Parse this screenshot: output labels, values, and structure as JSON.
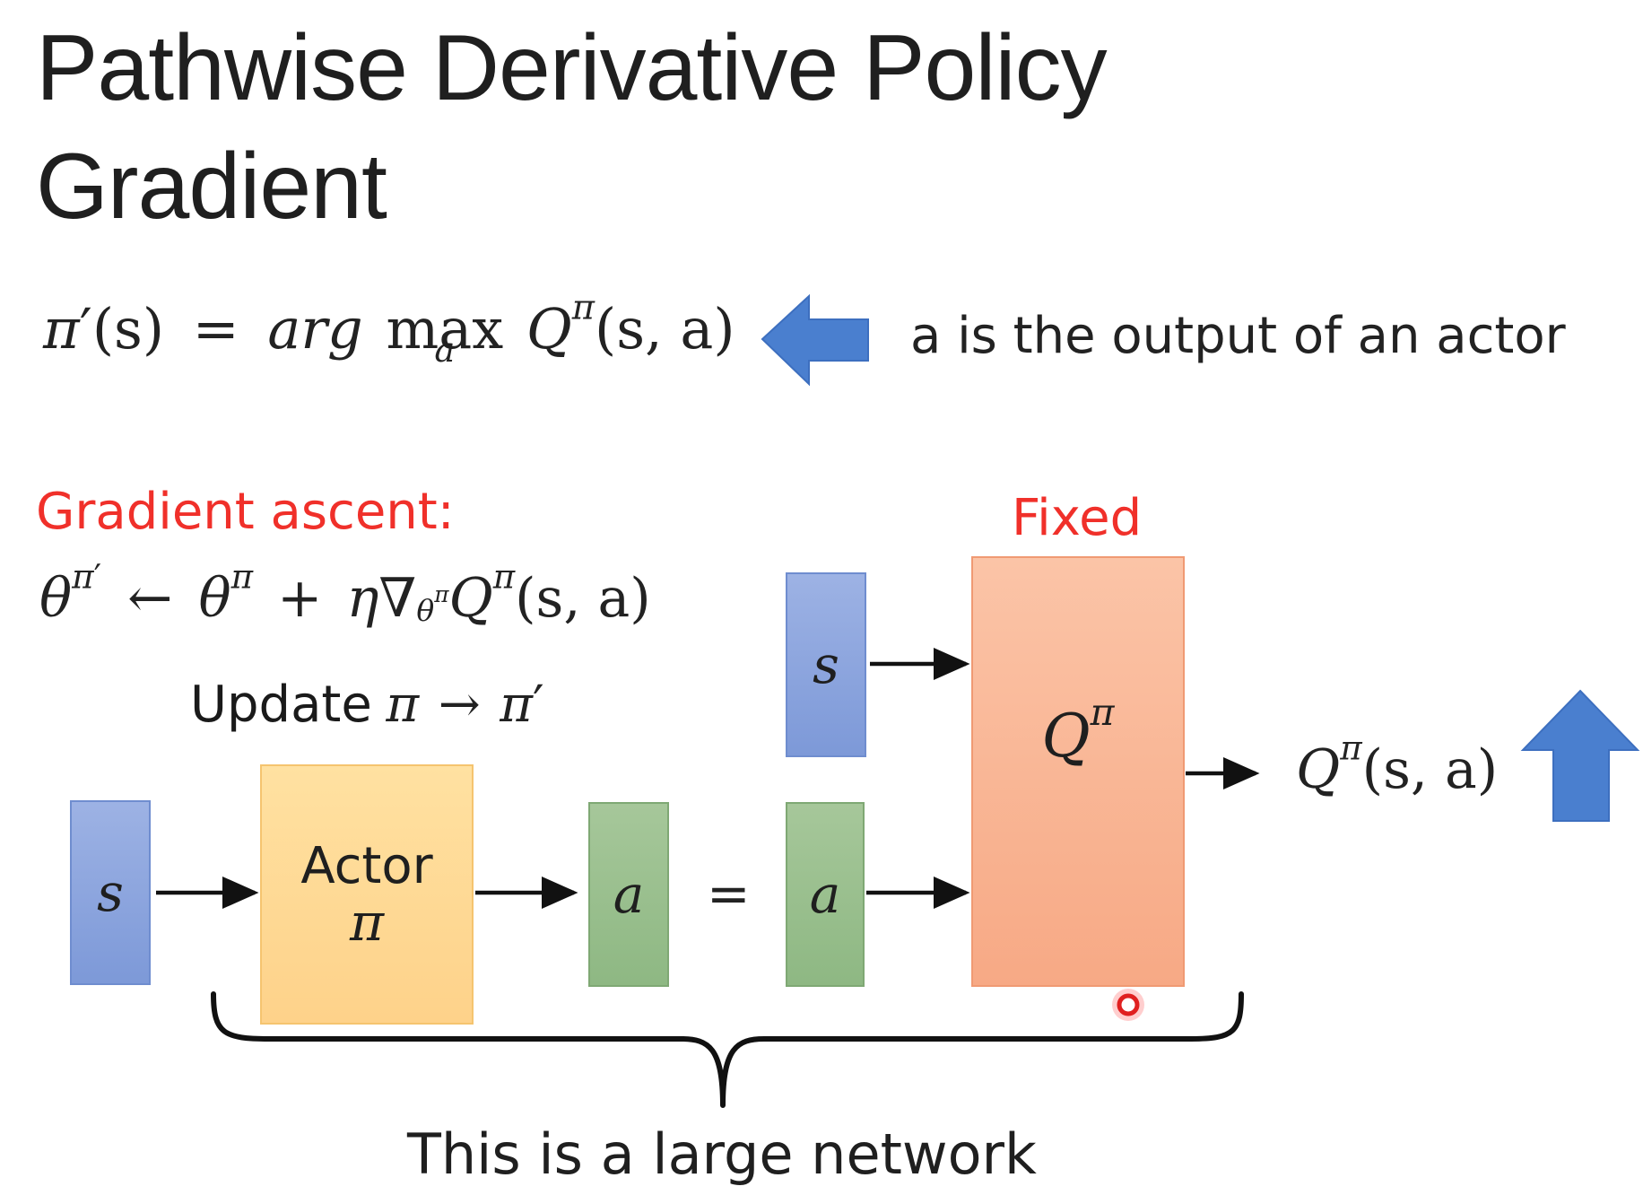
{
  "title": {
    "line1": "Pathwise Derivative Policy",
    "line2": "Gradient"
  },
  "formula_top": {
    "lhs_pi": "π",
    "lhs_prime": "′",
    "lhs_args": "(s)",
    "eq": "=",
    "arg": "arg",
    "max": "max",
    "max_sub": "a",
    "Q": "Q",
    "Q_sup": "π",
    "Q_args": "(s, a)"
  },
  "annotation": "a is the output of an actor",
  "gradient": {
    "label": "Gradient ascent:",
    "theta": "θ",
    "sup_pi": "π",
    "prime": "′",
    "arrow": "←",
    "plus": "+",
    "eta_nabla": "η∇",
    "sub_theta": "θ",
    "sub_pi": "π",
    "Q": "Q",
    "Q_args": "(s, a)"
  },
  "update": {
    "word": "Update",
    "pi": "π",
    "arrow": "→",
    "pi2": "π",
    "prime": "′"
  },
  "blocks": {
    "s_left": "s",
    "actor_word": "Actor",
    "actor_pi": "π",
    "a_out": "a",
    "equals": "=",
    "s_right": "s",
    "a_in": "a",
    "q_label": "Q",
    "q_sup": "π",
    "fixed": "Fixed"
  },
  "output": {
    "Q": "Q",
    "sup": "π",
    "args": "(s, a)"
  },
  "brace_label": "This is a large network",
  "colors": {
    "blue": "#4a7fcf",
    "red": "#f0302a",
    "state_block": "#8ba4de",
    "action_block": "#99bf8e",
    "actor_block": "#fed996",
    "critic_block": "#f9b694"
  }
}
